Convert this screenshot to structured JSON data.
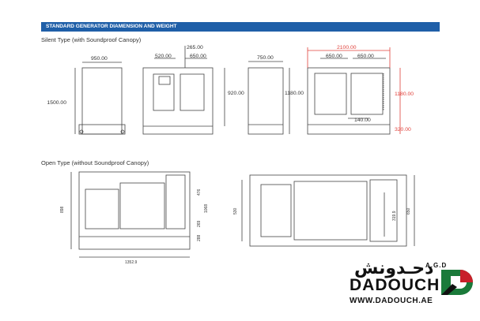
{
  "header": {
    "title": "STANDARD GENERATOR DIAMENSION AND WEIGHT"
  },
  "sections": {
    "silent_label": "Silent Type (with Soundproof Canopy)",
    "open_label": "Open Type (without Soundproof Canopy)"
  },
  "dimensions": {
    "front_width": "950.00",
    "front_height": "1500.00",
    "side_left": "520.00",
    "side_top": "265.00",
    "side_right": "650.00",
    "side_height": "920.00",
    "rear_width": "750.00",
    "rear_height": "1180.00",
    "long_total": "2100.00",
    "long_left": "650.00",
    "long_right": "650.00",
    "long_height": "1180.00",
    "long_bottom": "140.00",
    "long_base": "320.00",
    "open_height": "898",
    "open_a": "476",
    "open_b": "1068",
    "open_c": "269",
    "open_d": "288",
    "open_length": "1352.9",
    "top_width": "530",
    "top_outer": "650",
    "top_inner": "319.9"
  },
  "colors": {
    "header": "#1f5fa8",
    "highlight": "#e0403a",
    "logo_green": "#1a7a3a",
    "logo_red": "#c8202a"
  },
  "logo": {
    "arabic": "دحـدونش",
    "name": "DADOUCH",
    "abbr": "A.G.D",
    "url": "WWW.DADOUCH.AE"
  }
}
